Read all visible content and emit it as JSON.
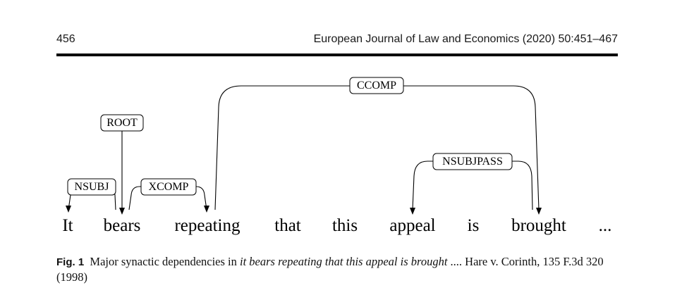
{
  "header": {
    "page_number": "456",
    "journal_ref": "European Journal of Law and Economics (2020) 50:451–467"
  },
  "figure": {
    "tokens": [
      "It",
      "bears",
      "repeating",
      "that",
      "this",
      "appeal",
      "is",
      "brought",
      "..."
    ],
    "labels": {
      "ccomp": "CCOMP",
      "root": "ROOT",
      "nsubjpass": "NSUBJPASS",
      "nsubj": "NSUBJ",
      "xcomp": "XCOMP"
    }
  },
  "caption": {
    "fig_label": "Fig. 1",
    "text_before": "Major synactic dependencies in ",
    "example": "it bears repeating that this appeal is brought",
    "text_after": " .... Hare v. Corinth, 135 F.3d 320 (1998)"
  }
}
